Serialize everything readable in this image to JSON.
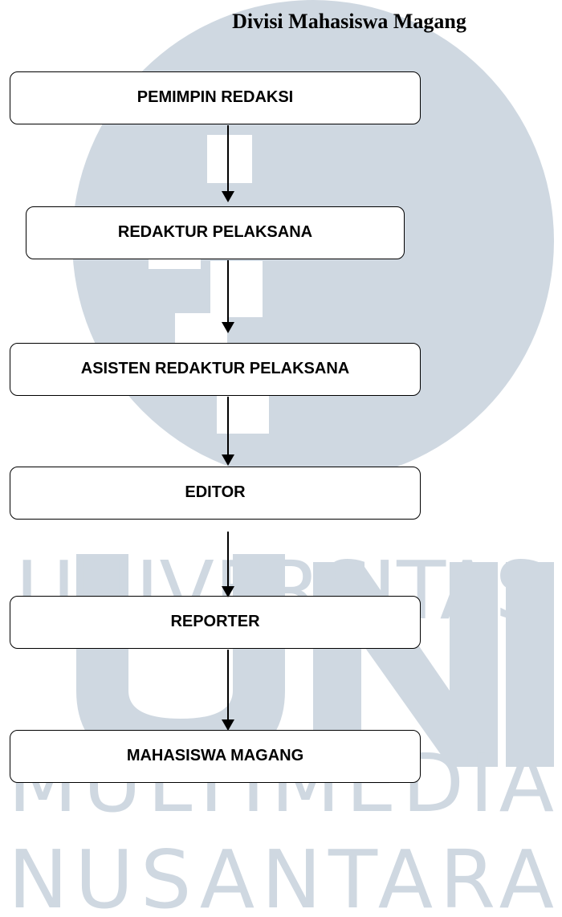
{
  "title": "Divisi Mahasiswa Magang",
  "nodes": [
    {
      "label": "PEMIMPIN REDAKSI"
    },
    {
      "label": "REDAKTUR PELAKSANA"
    },
    {
      "label": "ASISTEN REDAKTUR PELAKSANA"
    },
    {
      "label": "EDITOR"
    },
    {
      "label": "REPORTER"
    },
    {
      "label": "MAHASISWA MAGANG"
    }
  ],
  "watermark": {
    "brand": "UMN",
    "line1": "UNIVERSITAS",
    "line2": "MULTIMEDIA",
    "line3": "NUSANTARA",
    "color": "#cfd8e1"
  }
}
